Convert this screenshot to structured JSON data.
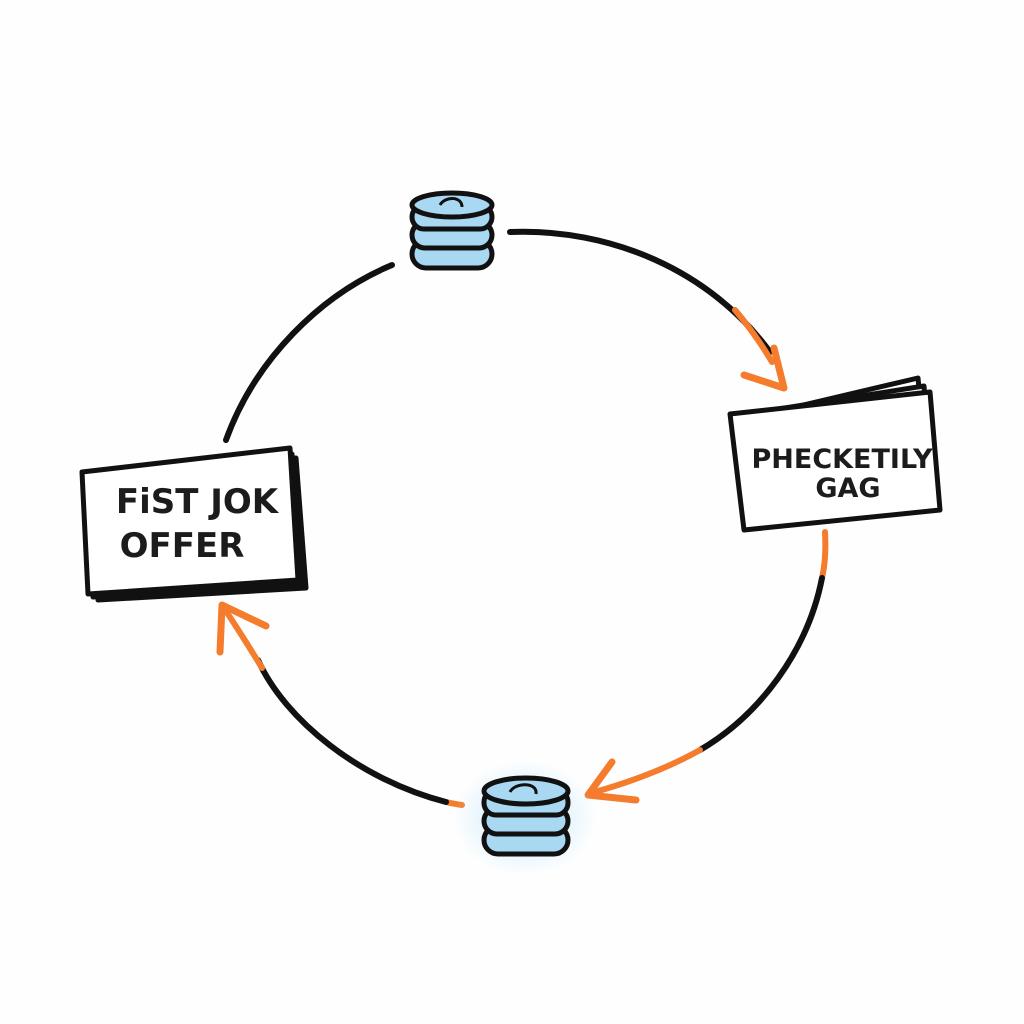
{
  "diagram": {
    "colors": {
      "stroke": "#111111",
      "arrow": "#f47c2c",
      "coin_fill": "#a9d8f2",
      "coin_glow": "#bfe6fb",
      "card_fill": "#ffffff"
    },
    "cards": {
      "left": {
        "line1": "FiST JOK",
        "line2": "OFFER"
      },
      "right": {
        "line1": "PHECKETILY",
        "line2": "GAG"
      }
    },
    "icons": {
      "top": "coin-stack-icon",
      "bottom": "coin-stack-icon",
      "arrows": "arrowhead-icon"
    }
  }
}
